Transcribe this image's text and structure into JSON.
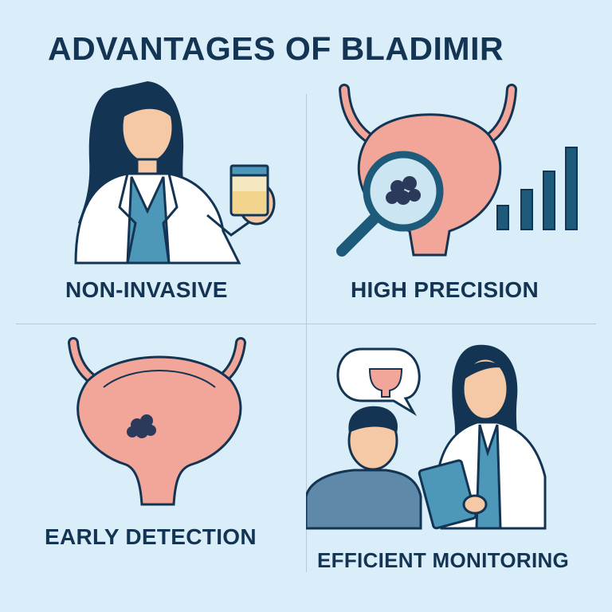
{
  "title": "ADVANTAGES OF BLADIMIR",
  "panels": [
    {
      "label": "NON-INVASIVE"
    },
    {
      "label": "HIGH PRECISION"
    },
    {
      "label": "EARLY DETECTION"
    },
    {
      "label": "EFFICIENT MONITORING"
    }
  ],
  "colors": {
    "background": "#d9eef8",
    "text": "#143454",
    "bladder": "#f2a69a",
    "skin": "#f5c9a5",
    "accent": "#1e5a7a"
  }
}
